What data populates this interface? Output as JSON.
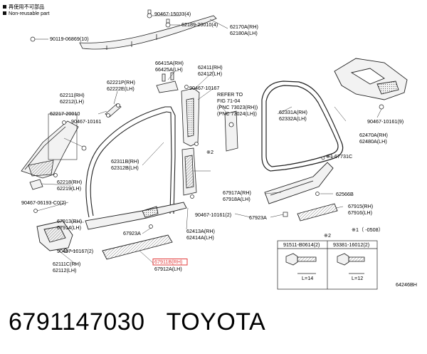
{
  "legend": {
    "line1_jp": "再使用不可部品",
    "line2_en": "Non-reusable part"
  },
  "labels": {
    "p90467_15033": "90467-15033(4)",
    "p62189_20010": "62189-20010(4)",
    "p62170A": "62170A(RH)",
    "p62180A": "62180A(LH)",
    "p90119_06869": "90119-06869(10)",
    "p66415A": "66415A(RH)",
    "p66425A": "66425A(LH)",
    "p62411": "62411(RH)",
    "p62412": "62412(LH)",
    "p90467_10167a": "90467-10167",
    "refer1": "REFER TO",
    "refer2": "FIG 71-04",
    "refer3": "(PNC 73023(RH))",
    "refer4": "(PNC 73024(LH))",
    "p62211_62": "62211(RH)",
    "p62212_62": "62212(LH)",
    "p62221P": "62221P(RH)",
    "p62222E": "62222E(LH)",
    "p62211": "62211(RH)",
    "p62212": "62212(LH)",
    "p62217_20010": "62217-20010",
    "p90467_10161a": "90467-10161",
    "p62331A": "62331A(RH)",
    "p62332A": "62332A(LH)",
    "p90467_10161_9": "90467-10161(9)",
    "p62470A": "62470A(RH)",
    "p62480A": "62480A(LH)",
    "p62311B": "62311B(RH)",
    "p62312B": "62312B(LH)",
    "mark2a": "※2",
    "p67731C": "※1 67731C",
    "p62218": "62218(RH)",
    "p62219": "62219(LH)",
    "p67917A": "67917A(RH)",
    "p67918A": "67918A(LH)",
    "p62566B": "62566B",
    "p90467_06193": "90467-06193-C0(2)",
    "p67915": "67915(RH)",
    "p67916": "67916(LH)",
    "p90467_10161_2": "90467-10161(2)",
    "p67923A_r": "67923A",
    "p67913": "67913(RH)",
    "p67914": "67914(LH)",
    "p67923A_l": "67923A",
    "p62413A": "62413A(RH)",
    "p62414A": "62414A(LH)",
    "mark1": "※1（ -0508）",
    "mark2b": "※2",
    "p90467_10167_2": "90467-10167(2)",
    "p67911B": "67911B(RH)",
    "p67912A": "67912A(LH)",
    "p62111C": "62111C(RH)",
    "p62112": "62112(LH)",
    "bolt1_pn": "91511-B0614(2)",
    "bolt2_pn": "93381-16012(2)",
    "bolt1_len": "L=14",
    "bolt2_len": "L=12",
    "fig_code": "64246BH"
  },
  "caption": {
    "part_number": "6791147030",
    "brand": "TOYOTA"
  },
  "colors": {
    "line": "#222222",
    "highlight": "#e23c3c",
    "part_fill": "#f2f2f2",
    "hatch": "#8a8a8a"
  }
}
